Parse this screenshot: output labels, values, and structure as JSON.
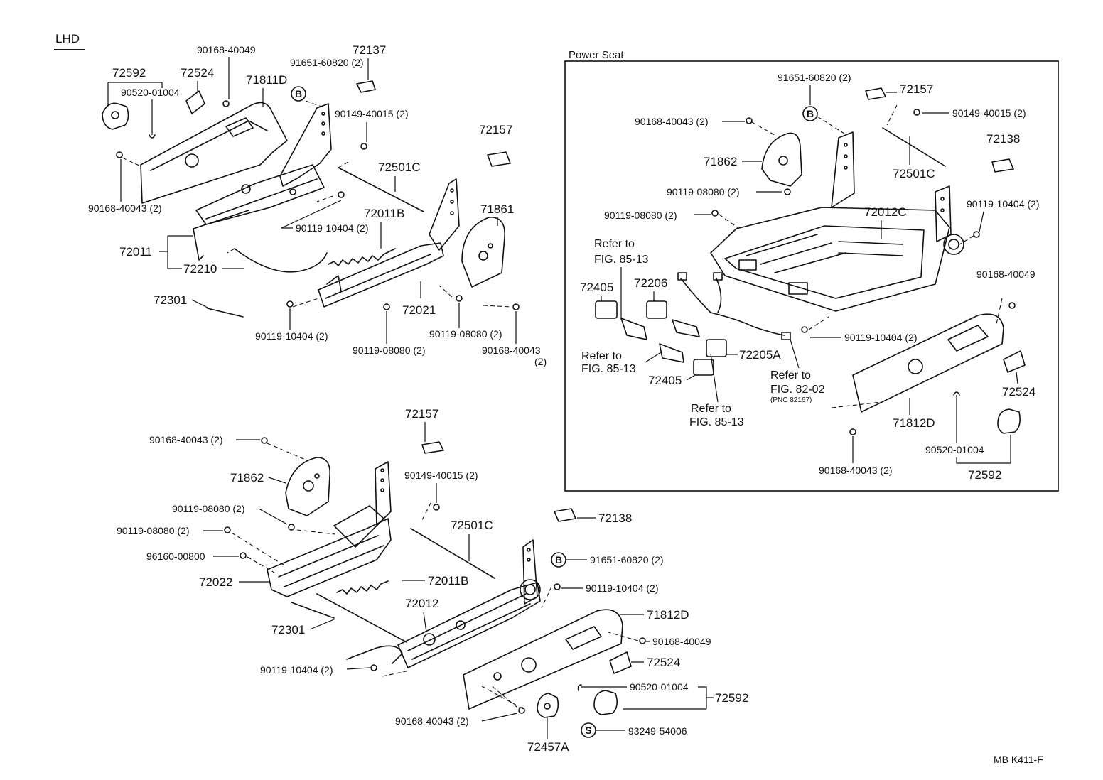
{
  "header": {
    "region": "LHD"
  },
  "power_seat": {
    "title": "Power Seat"
  },
  "footer": {
    "code": "MB  K411-F"
  },
  "manual_seat_top": {
    "p_90168_40049": "90168-40049",
    "p_72137": "72137",
    "p_72592": "72592",
    "p_72524": "72524",
    "p_91651_60820": "91651-60820 (2)",
    "p_71811D": "71811D",
    "p_90520_01004": "90520-01004",
    "marker_b": "B",
    "p_90149_40015": "90149-40015 (2)",
    "p_72157": "72157",
    "p_72501C": "72501C",
    "p_90168_40043": "90168-40043 (2)",
    "p_72011B": "72011B",
    "p_71861": "71861",
    "p_90119_10404": "90119-10404 (2)",
    "p_72011": "72011",
    "p_72210": "72210",
    "p_72301": "72301",
    "p_72021": "72021",
    "p_90119_10404_b": "90119-10404 (2)",
    "p_90119_08080": "90119-08080 (2)",
    "p_90119_08080_b": "90119-08080 (2)",
    "p_90168_40043_b": "90168-40043",
    "p_qty_2": "(2)"
  },
  "power_seat_parts": {
    "p_91651_60820": "91651-60820 (2)",
    "p_72157": "72157",
    "p_90168_40043": "90168-40043 (2)",
    "marker_b": "B",
    "p_90149_40015": "90149-40015 (2)",
    "p_72138": "72138",
    "p_71862": "71862",
    "p_72501C": "72501C",
    "p_90119_08080": "90119-08080 (2)",
    "p_90119_08080_b": "90119-08080 (2)",
    "p_72012C": "72012C",
    "p_90119_10404": "90119-10404 (2)",
    "refer_a_1": "Refer to",
    "refer_a_2": "FIG. 85-13",
    "p_90168_40049": "90168-40049",
    "p_72405": "72405",
    "p_72206": "72206",
    "p_90119_10404_b": "90119-10404 (2)",
    "refer_b_1": "Refer to",
    "refer_b_2": "FIG. 85-13",
    "p_72205A": "72205A",
    "refer_c_1": "Refer to",
    "refer_c_2": "FIG. 82-02",
    "refer_c_3": "(PNC 82167)",
    "p_72524": "72524",
    "p_72405_b": "72405",
    "refer_d_1": "Refer to",
    "refer_d_2": "FIG. 85-13",
    "p_71812D": "71812D",
    "p_90520_01004": "90520-01004",
    "p_90168_40043_b": "90168-40043 (2)",
    "p_72592": "72592"
  },
  "manual_seat_bottom": {
    "p_72157": "72157",
    "p_90168_40043": "90168-40043 (2)",
    "p_71862": "71862",
    "p_90149_40015": "90149-40015 (2)",
    "p_90119_08080": "90119-08080 (2)",
    "p_72501C": "72501C",
    "p_72138": "72138",
    "p_90119_08080_b": "90119-08080 (2)",
    "p_96160_00800": "96160-00800",
    "marker_b": "B",
    "p_91651_60820": "91651-60820 (2)",
    "p_72022": "72022",
    "p_72011B": "72011B",
    "p_90119_10404": "90119-10404 (2)",
    "p_72012": "72012",
    "p_71812D": "71812D",
    "p_72301": "72301",
    "p_90168_40049": "90168-40049",
    "p_72524": "72524",
    "p_90119_10404_b": "90119-10404 (2)",
    "p_90520_01004": "90520-01004",
    "p_72592": "72592",
    "p_90168_40043_b": "90168-40043 (2)",
    "marker_s": "S",
    "p_93249_54006": "93249-54006",
    "p_72457A": "72457A"
  }
}
